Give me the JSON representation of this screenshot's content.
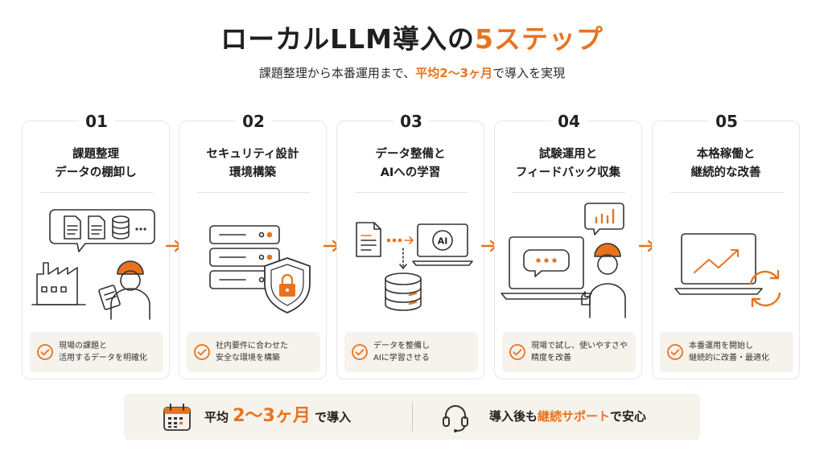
{
  "header": {
    "title_main": "ローカルLLM導入の",
    "title_accent": "5ステップ",
    "subtitle_pre": "課題整理から本番運用まで、",
    "subtitle_accent": "平均2〜3ヶ月",
    "subtitle_post": "で導入を実現"
  },
  "steps": [
    {
      "number": "01",
      "title": [
        "課題整理",
        "データの棚卸し"
      ],
      "note": [
        "現場の課題と",
        "活用するデータを明確化"
      ],
      "icons": [
        "document-icon",
        "database-icon",
        "factory-icon",
        "worker-icon"
      ]
    },
    {
      "number": "02",
      "title": [
        "セキュリティ設計",
        "環境構築"
      ],
      "note": [
        "社内要件に合わせた",
        "安全な環境を構築"
      ],
      "icons": [
        "server-icon",
        "shield-lock-icon"
      ]
    },
    {
      "number": "03",
      "title": [
        "データ整備と",
        "AIへの学習"
      ],
      "note": [
        "データを整備し",
        "AIに学習させる"
      ],
      "ai_label": "AI",
      "icons": [
        "document-icon",
        "laptop-ai-icon",
        "database-icon"
      ]
    },
    {
      "number": "04",
      "title": [
        "試験運用と",
        "フィードバック収集"
      ],
      "note": [
        "現場で試し、使いやすさや",
        "精度を改善"
      ],
      "icons": [
        "laptop-chat-icon",
        "chart-bubble-icon",
        "worker-thumbs-up-icon"
      ]
    },
    {
      "number": "05",
      "title": [
        "本格稼働と",
        "継続的な改善"
      ],
      "note": [
        "本番運用を開始し",
        "継続的に改善・最適化"
      ],
      "icons": [
        "monitor-trend-icon",
        "refresh-cycle-icon"
      ]
    }
  ],
  "footer": {
    "left_pre": "平均",
    "left_accent": "2〜3ヶ月",
    "left_post": "で導入",
    "right_pre": "導入後も",
    "right_accent": "継続サポート",
    "right_post": "で安心",
    "icons": [
      "calendar-icon",
      "headset-icon"
    ]
  },
  "colors": {
    "accent": "#e8731e",
    "panel": "#f6f2ec",
    "ink": "#1f1f1f",
    "border": "#e6e6e6"
  }
}
